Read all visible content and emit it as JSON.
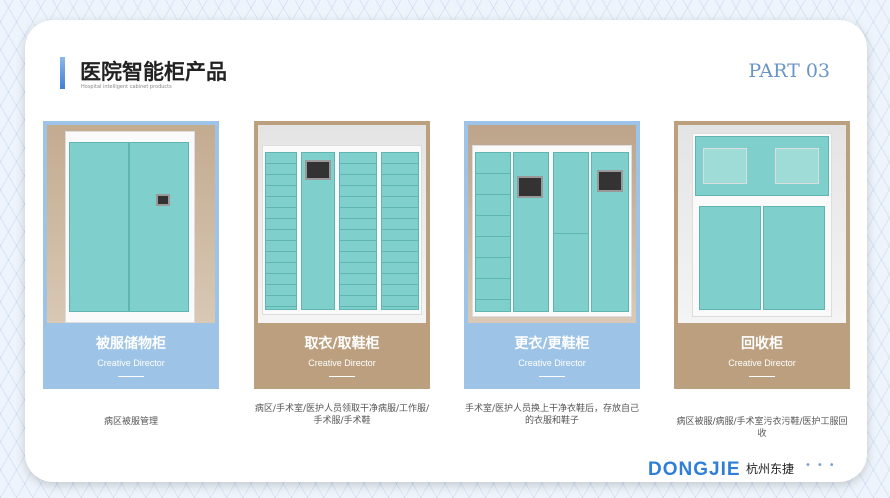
{
  "header": {
    "title": "医院智能柜产品",
    "subtitle": "Hospital intelligent cabinet products",
    "part": "PART 03"
  },
  "cards": [
    {
      "title": "被服储物柜",
      "subtitle": "Creative Director",
      "description": "病区被服管理",
      "color": "#9dc3e6"
    },
    {
      "title": "取衣/取鞋柜",
      "subtitle": "Creative Director",
      "description": "病区/手术室/医护人员领取干净病服/工作服/手术服/手术鞋",
      "color": "#bb9f7e"
    },
    {
      "title": "更衣/更鞋柜",
      "subtitle": "Creative Director",
      "description": "手术室/医护人员换上干净衣鞋后，存放自己的衣服和鞋子",
      "color": "#9dc3e6"
    },
    {
      "title": "回收柜",
      "subtitle": "Creative Director",
      "description": "病区被服/病服/手术室污衣污鞋/医护工服回收",
      "color": "#bb9f7e"
    }
  ],
  "footer": {
    "logo": "DONGJIE",
    "company": "杭州东捷",
    "dots": "•••"
  }
}
